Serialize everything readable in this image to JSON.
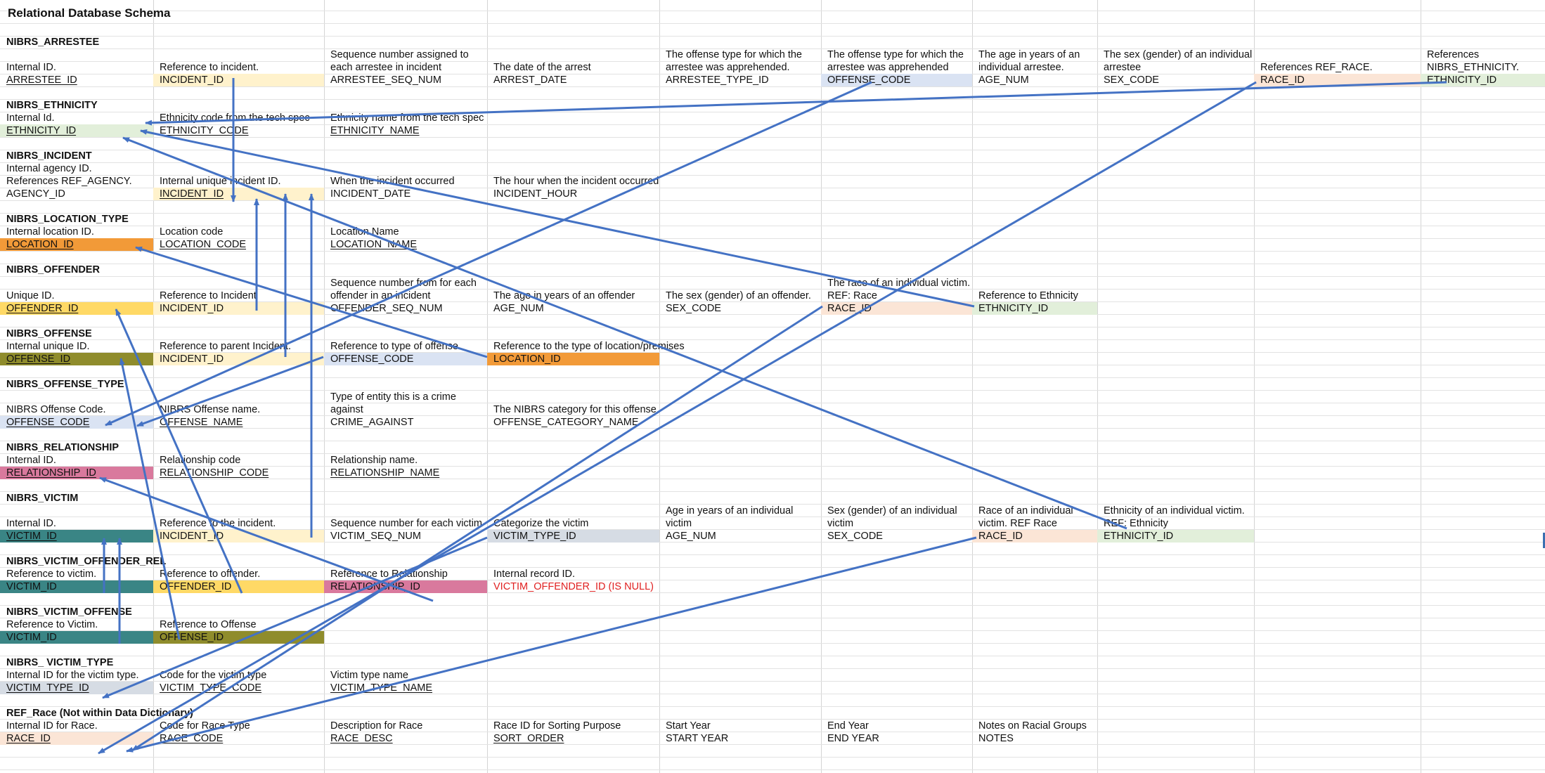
{
  "title": "Relational Database Schema",
  "colors": {
    "pale_yellow": "#fff2cc",
    "light_blue": "#dae3f3",
    "peach": "#fbe5d6",
    "light_green": "#e2efda",
    "orange": "#f29a38",
    "gold": "#ffd966",
    "olive": "#8f8c2c",
    "pink": "#d9799d",
    "teal": "#3a8585",
    "gray": "#d6dce4",
    "arrow": "#4472c4"
  },
  "tables": [
    {
      "name": "NIBRS_ARRESTEE",
      "columns": [
        {
          "desc": "Internal ID.",
          "col": "ARRESTEE_ID",
          "pk": true
        },
        {
          "desc": "Reference to incident.",
          "col": "INCIDENT_ID",
          "fill": "pale_yellow"
        },
        {
          "desc": "Sequence number assigned to\neach arrestee in incident",
          "col": "ARRESTEE_SEQ_NUM"
        },
        {
          "desc": "The date of the arrest",
          "col": "ARREST_DATE"
        },
        {
          "desc": "The offense type for which the\narrestee was apprehended.",
          "col": "ARRESTEE_TYPE_ID"
        },
        {
          "desc": "The offense type for which the\narrestee was apprehended",
          "col": "OFFENSE_CODE",
          "fill": "light_blue"
        },
        {
          "desc": "The age in years of an\nindividual arrestee.",
          "col": "AGE_NUM"
        },
        {
          "desc": "The sex (gender) of an individual\narrestee",
          "col": "SEX_CODE"
        },
        {
          "desc": "References REF_RACE.",
          "col": "RACE_ID",
          "fill": "peach"
        },
        {
          "desc": "References\nNIBRS_ETHNICITY.",
          "col": "ETHNICITY_ID",
          "fill": "light_green"
        }
      ]
    },
    {
      "name": "NIBRS_ETHNICITY",
      "columns": [
        {
          "desc": "Internal Id.",
          "col": "ETHNICITY_ID",
          "fill": "light_green",
          "pk": true
        },
        {
          "desc": "Ethnicity code from the tech spec",
          "col": "ETHNICITY_CODE",
          "pk": true
        },
        {
          "desc": "Ethnicity name from the tech spec",
          "col": "ETHNICITY_NAME",
          "pk": true
        }
      ]
    },
    {
      "name": "NIBRS_INCIDENT",
      "columns": [
        {
          "desc": "Internal agency ID.\nReferences REF_AGENCY.",
          "col": "AGENCY_ID"
        },
        {
          "desc": "Internal unique incident ID.",
          "col": "INCIDENT_ID",
          "fill": "pale_yellow",
          "pk": true
        },
        {
          "desc": "When the incident occurred",
          "col": "INCIDENT_DATE"
        },
        {
          "desc": "The hour when the incident occurred",
          "col": "INCIDENT_HOUR"
        }
      ]
    },
    {
      "name": "NIBRS_LOCATION_TYPE",
      "columns": [
        {
          "desc": "Internal location ID.",
          "col": "LOCATION_ID",
          "fill": "orange",
          "pk": true
        },
        {
          "desc": "Location code",
          "col": "LOCATION_CODE",
          "pk": true
        },
        {
          "desc": "Location Name",
          "col": "LOCATION_NAME",
          "pk": true
        }
      ]
    },
    {
      "name": "NIBRS_OFFENDER",
      "columns": [
        {
          "desc": "Unique ID.",
          "col": "OFFENDER_ID",
          "fill": "gold",
          "pk": true
        },
        {
          "desc": "Reference to Incident",
          "col": "INCIDENT_ID",
          "fill": "pale_yellow"
        },
        {
          "desc": "Sequence number from for each\noffender in an incident",
          "col": "OFFENDER_SEQ_NUM"
        },
        {
          "desc": "The age in years of an offender",
          "col": "AGE_NUM"
        },
        {
          "desc": "The sex (gender) of an offender.",
          "col": "SEX_CODE"
        },
        {
          "desc": "The race of an individual victim.\nREF: Race",
          "col": "RACE_ID",
          "fill": "peach"
        },
        {
          "desc": "Reference to Ethnicity",
          "col": "ETHNICITY_ID",
          "fill": "light_green"
        }
      ]
    },
    {
      "name": "NIBRS_OFFENSE",
      "columns": [
        {
          "desc": "Internal unique ID.",
          "col": "OFFENSE_ID",
          "fill": "olive",
          "pk": true
        },
        {
          "desc": "Reference to parent Incident.",
          "col": "INCIDENT_ID",
          "fill": "pale_yellow"
        },
        {
          "desc": "Reference to type of offense.",
          "col": "OFFENSE_CODE",
          "fill": "light_blue"
        },
        {
          "desc": "Reference to the type of location/premises",
          "col": "LOCATION_ID",
          "fill": "orange"
        }
      ]
    },
    {
      "name": "NIBRS_OFFENSE_TYPE",
      "columns": [
        {
          "desc": "NIBRS Offense Code.",
          "col": "OFFENSE_CODE",
          "fill": "light_blue",
          "pk": true
        },
        {
          "desc": "NIBRS Offense name.",
          "col": "OFFENSE_NAME",
          "pk": true
        },
        {
          "desc": "Type of entity this is a crime\nagainst",
          "col": "CRIME_AGAINST"
        },
        {
          "desc": "The NIBRS category for this offense.",
          "col": "OFFENSE_CATEGORY_NAME"
        }
      ]
    },
    {
      "name": "NIBRS_RELATIONSHIP",
      "columns": [
        {
          "desc": "Internal ID.",
          "col": "RELATIONSHIP_ID",
          "fill": "pink",
          "pk": true
        },
        {
          "desc": "Relationship code",
          "col": "RELATIONSHIP_CODE",
          "pk": true
        },
        {
          "desc": "Relationship name.",
          "col": "RELATIONSHIP_NAME",
          "pk": true
        }
      ]
    },
    {
      "name": "NIBRS_VICTIM",
      "columns": [
        {
          "desc": "Internal ID.",
          "col": "VICTIM_ID",
          "fill": "teal",
          "pk": true
        },
        {
          "desc": "Reference to the incident.",
          "col": "INCIDENT_ID",
          "fill": "pale_yellow"
        },
        {
          "desc": "Sequence number for each victim",
          "col": "VICTIM_SEQ_NUM"
        },
        {
          "desc": "Categorize the victim",
          "col": "VICTIM_TYPE_ID",
          "fill": "gray"
        },
        {
          "desc": "Age in years of an individual\nvictim",
          "col": "AGE_NUM"
        },
        {
          "desc": "Sex (gender) of an individual\nvictim",
          "col": "SEX_CODE"
        },
        {
          "desc": "Race of an individual\nvictim. REF Race",
          "col": "RACE_ID",
          "fill": "peach"
        },
        {
          "desc": "Ethnicity of an individual victim.\nREF: Ethnicity",
          "col": "ETHNICITY_ID",
          "fill": "light_green"
        }
      ]
    },
    {
      "name": "NIBRS_VICTIM_OFFENDER_REL",
      "columns": [
        {
          "desc": "Reference to victim.",
          "col": "VICTIM_ID",
          "fill": "teal"
        },
        {
          "desc": "Reference to offender.",
          "col": "OFFENDER_ID",
          "fill": "gold"
        },
        {
          "desc": "Reference to Relationship",
          "col": "RELATIONSHIP_ID",
          "fill": "pink"
        },
        {
          "desc": "Internal record ID.",
          "col": "VICTIM_OFFENDER_ID (IS NULL)",
          "null": true
        }
      ]
    },
    {
      "name": "NIBRS_VICTIM_OFFENSE",
      "columns": [
        {
          "desc": "Reference to Victim.",
          "col": "VICTIM_ID",
          "fill": "teal"
        },
        {
          "desc": "Reference to Offense",
          "col": "OFFENSE_ID",
          "fill": "olive"
        }
      ]
    },
    {
      "name": "NIBRS_ VICTIM_TYPE",
      "columns": [
        {
          "desc": "Internal ID for the victim type.",
          "col": "VICTIM_TYPE_ID",
          "fill": "gray",
          "pk": true
        },
        {
          "desc": "Code for the victim type",
          "col": "VICTIM_TYPE_CODE",
          "pk": true
        },
        {
          "desc": "Victim type name",
          "col": "VICTIM_TYPE_NAME",
          "pk": true
        }
      ]
    },
    {
      "name": "REF_Race (Not within Data Dictionary)",
      "columns": [
        {
          "desc": "Internal ID for Race.",
          "col": "RACE_ID",
          "fill": "peach",
          "pk": true
        },
        {
          "desc": "Code for Race Type",
          "col": "RACE_CODE",
          "pk": true
        },
        {
          "desc": "Description for Race",
          "col": "RACE_DESC",
          "pk": true
        },
        {
          "desc": "Race ID for Sorting Purpose",
          "col": "SORT_ORDER",
          "pk": true
        },
        {
          "desc": "Start Year",
          "col": "START YEAR"
        },
        {
          "desc": "End Year",
          "col": "END YEAR"
        },
        {
          "desc": "Notes on Racial Groups",
          "col": "NOTES"
        }
      ]
    }
  ],
  "relationships": [
    {
      "from": "NIBRS_ARRESTEE.INCIDENT_ID",
      "to": "NIBRS_INCIDENT.INCIDENT_ID"
    },
    {
      "from": "NIBRS_ARRESTEE.OFFENSE_CODE",
      "to": "NIBRS_OFFENSE_TYPE.OFFENSE_CODE"
    },
    {
      "from": "NIBRS_ARRESTEE.RACE_ID",
      "to": "REF_Race.RACE_ID"
    },
    {
      "from": "NIBRS_ARRESTEE.ETHNICITY_ID",
      "to": "NIBRS_ETHNICITY.ETHNICITY_ID"
    },
    {
      "from": "NIBRS_OFFENDER.INCIDENT_ID",
      "to": "NIBRS_INCIDENT.INCIDENT_ID"
    },
    {
      "from": "NIBRS_OFFENDER.RACE_ID",
      "to": "REF_Race.RACE_ID"
    },
    {
      "from": "NIBRS_OFFENDER.ETHNICITY_ID",
      "to": "NIBRS_ETHNICITY.ETHNICITY_ID"
    },
    {
      "from": "NIBRS_OFFENSE.INCIDENT_ID",
      "to": "NIBRS_INCIDENT.INCIDENT_ID"
    },
    {
      "from": "NIBRS_OFFENSE.OFFENSE_CODE",
      "to": "NIBRS_OFFENSE_TYPE.OFFENSE_CODE"
    },
    {
      "from": "NIBRS_OFFENSE.LOCATION_ID",
      "to": "NIBRS_LOCATION_TYPE.LOCATION_ID"
    },
    {
      "from": "NIBRS_VICTIM.INCIDENT_ID",
      "to": "NIBRS_INCIDENT.INCIDENT_ID"
    },
    {
      "from": "NIBRS_VICTIM.VICTIM_TYPE_ID",
      "to": "NIBRS_VICTIM_TYPE.VICTIM_TYPE_ID"
    },
    {
      "from": "NIBRS_VICTIM.RACE_ID",
      "to": "REF_Race.RACE_ID"
    },
    {
      "from": "NIBRS_VICTIM.ETHNICITY_ID",
      "to": "NIBRS_ETHNICITY.ETHNICITY_ID"
    },
    {
      "from": "NIBRS_VICTIM_OFFENDER_REL.VICTIM_ID",
      "to": "NIBRS_VICTIM.VICTIM_ID"
    },
    {
      "from": "NIBRS_VICTIM_OFFENDER_REL.OFFENDER_ID",
      "to": "NIBRS_OFFENDER.OFFENDER_ID"
    },
    {
      "from": "NIBRS_VICTIM_OFFENDER_REL.RELATIONSHIP_ID",
      "to": "NIBRS_RELATIONSHIP.RELATIONSHIP_ID"
    },
    {
      "from": "NIBRS_VICTIM_OFFENSE.VICTIM_ID",
      "to": "NIBRS_VICTIM.VICTIM_ID"
    },
    {
      "from": "NIBRS_VICTIM_OFFENSE.OFFENSE_ID",
      "to": "NIBRS_OFFENSE.OFFENSE_ID"
    }
  ]
}
